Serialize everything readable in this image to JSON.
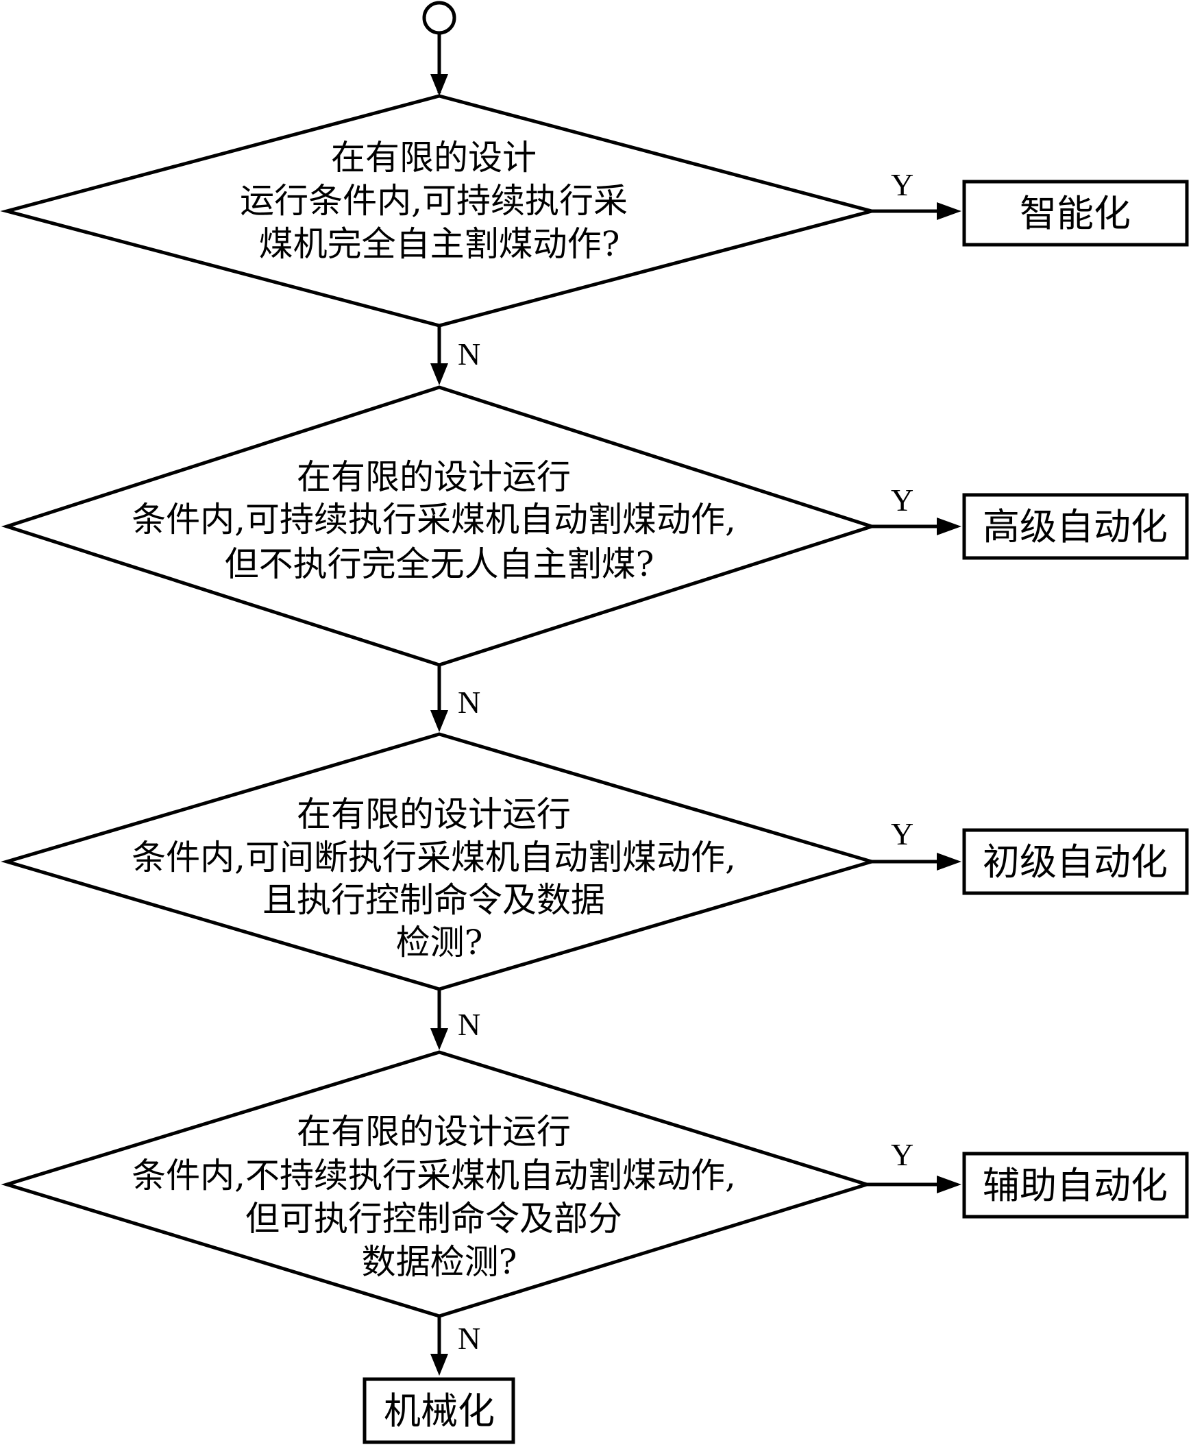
{
  "decisions": [
    {
      "lines": [
        "在有限的设计",
        "运行条件内,可持续执行采",
        "煤机完全自主割煤动作?"
      ],
      "yes_label": "Y",
      "no_label": "N"
    },
    {
      "lines": [
        "在有限的设计运行",
        "条件内,可持续执行采煤机自动割煤动作,",
        "但不执行完全无人自主割煤?"
      ],
      "yes_label": "Y",
      "no_label": "N"
    },
    {
      "lines": [
        "在有限的设计运行",
        "条件内,可间断执行采煤机自动割煤动作,",
        "且执行控制命令及数据",
        "检测?"
      ],
      "yes_label": "Y",
      "no_label": "N"
    },
    {
      "lines": [
        "在有限的设计运行",
        "条件内,不持续执行采煤机自动割煤动作,",
        "但可执行控制命令及部分",
        "数据检测?"
      ],
      "yes_label": "Y",
      "no_label": "N"
    }
  ],
  "outcomes": [
    "智能化",
    "高级自动化",
    "初级自动化",
    "辅助自动化"
  ],
  "final_outcome": "机械化"
}
